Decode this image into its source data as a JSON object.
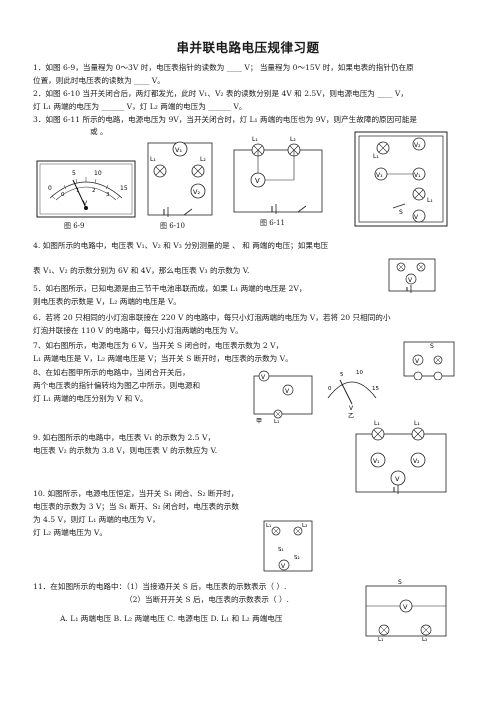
{
  "title": "串并联电路电压规律习题",
  "q1": [
    "1．如图 6-9，当量程为 0～3V 时，电压表指针的读数为 ____ V；  当量程为 0～15V 时，如果电表的指针仍在原",
    "位置，则此时电压表的读数为 ____ V。"
  ],
  "q2": [
    "2．如图 6-10 当开关闭合后，两灯都发光，此时 V₁、V₂ 表的读数分别是 4V 和 2.5V，则电源电压为 ____ V，",
    "灯 L₁ 两端的电压为 ______ V，灯 L₂ 两端的电压为 ______ V。"
  ],
  "q3": [
    "3．如图 6-11 所示的电路，电源电压为 9V，当开关闭合时，灯 L₁ 两端的电压也为 9V，则产生故障的原因可能是",
    "或       。"
  ],
  "fig_captions": {
    "f69": "图 6-9",
    "f610": "图 6-10",
    "f611": "图 6-11"
  },
  "q4": [
    "4. 如图所示的电路中，电压表 V₁、V₂ 和 V₃ 分别测量的是          、          和          两端的电压；如果电压",
    "表 V₁、V₂ 的示数分别为 6V 和 4V，那么电压表 V₃ 的示数为       V."
  ],
  "q5": [
    "5．如右图所示，已知电源是由三节干电池串联而成，如果 L₁ 两端的电压是 2V，",
    "则电压表的示数是        V，L₂ 两端的电压是        V。"
  ],
  "q6": [
    "6．若将 20 只相同的小灯泡串联接在 220 V 的电路中，每只小灯泡两端的电压为        V，若将 20 只相同的小",
    "灯泡并联接在 110 V 的电路中，每只小灯泡两端的电压为        V。"
  ],
  "q7": [
    "7、如右图所示，电源电压为 6 V，当开关 S 闭合时，电压表示数为 2 V，",
    "L₁ 两端电压是        V，L₂ 两端电压是        V；当开关 S 断开时，电压表的示数为        V。"
  ],
  "q8": [
    "8、在如右图甲所示的电路中，当闭合开关后，",
    "两个电压表的指针偏转均为图乙中所示，则电源和",
    "灯 L₁ 两端的电压分别为        V 和        V。"
  ],
  "q9": [
    "9. 如右图所示的电路中，电压表 V₁ 的示数为 2.5 V，",
    "电压表 V₂ 的示数为 3.8 V，则电压表 V 的示数应为        V."
  ],
  "q10": [
    "10. 如图所示，电源电压恒定，当开关 S₁ 闭合、S₂ 断开时，",
    "电压表的示数为 3 V；当 S₁ 断开、S₂ 闭合时，电压表的示数",
    "为 4.5 V，则灯 L₁ 两端的电压为        V，",
    "灯 L₂ 两端电压为        V。"
  ],
  "q11": [
    "11．在如图所示的电路中：（1）当接通开关 S 后，电压表的示数表示（  ）.",
    "（2）当断开开关 S 后，电压表的示数表示（  ）."
  ],
  "q11_options": "A.  L₁ 两端电压   B.  L₂ 两端电压   C.  电源电压   D.  L₁ 和 L₂ 两端电压",
  "meter": {
    "scale_top": [
      "0",
      "5",
      "10",
      "15"
    ],
    "scale_bottom": [
      "0",
      "1",
      "2",
      "3"
    ],
    "mark": "V"
  },
  "labels": {
    "V": "V",
    "V1": "V₁",
    "V2": "V₂",
    "V3": "V₃",
    "L1": "L₁",
    "L2": "L₂",
    "S": "S",
    "S1": "S₁",
    "S2": "S₂",
    "jia": "甲",
    "yi": "乙"
  }
}
